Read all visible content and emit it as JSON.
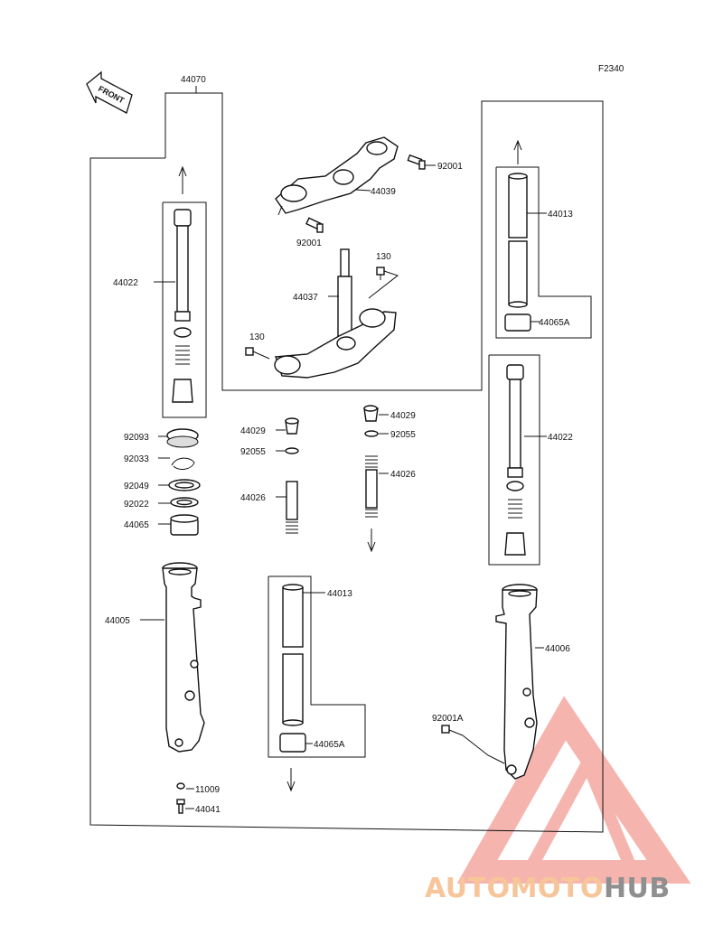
{
  "diagram": {
    "code": "F2340",
    "front_label": "FRONT",
    "labels": {
      "l44070": "44070",
      "l92001": "92001",
      "l44039": "44039",
      "l92001b": "92001",
      "l130a": "130",
      "l44037": "44037",
      "l130b": "130",
      "l44022a": "44022",
      "l44013a": "44013",
      "l44065Aa": "44065A",
      "l44022b": "44022",
      "l92093": "92093",
      "l92033": "92033",
      "l92049": "92049",
      "l92022": "92022",
      "l44065": "44065",
      "l44029a": "44029",
      "l92055a": "92055",
      "l44026a": "44026",
      "l44029b": "44029",
      "l92055b": "92055",
      "l44026b": "44026",
      "l44005": "44005",
      "l44013b": "44013",
      "l44065Ab": "44065A",
      "l44006": "44006",
      "l92001A": "92001A",
      "l11009": "11009",
      "l44041": "44041"
    }
  },
  "watermark": {
    "part1": "AUTOMOTO",
    "part2": "HUB",
    "color_primary": "#f4a7a0",
    "color_secondary": "#9e9e9e",
    "color_accent": "#f7c59a"
  }
}
